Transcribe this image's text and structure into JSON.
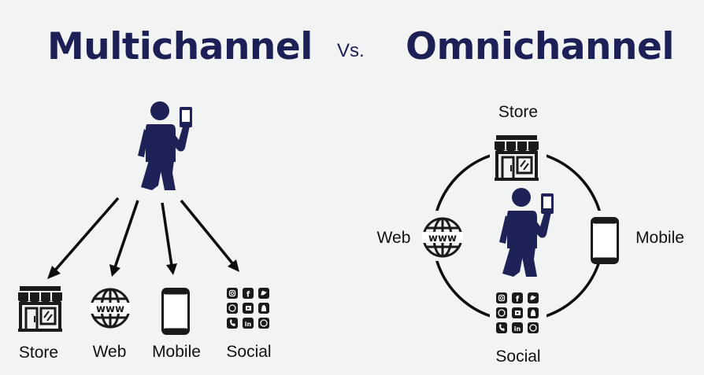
{
  "titles": {
    "left": "Multichannel",
    "vs": "Vs.",
    "right": "Omnichannel"
  },
  "multichannel": {
    "channels": [
      "Store",
      "Web",
      "Mobile",
      "Social"
    ]
  },
  "omnichannel": {
    "channels": {
      "top": "Store",
      "left": "Web",
      "right": "Mobile",
      "bottom": "Social"
    }
  },
  "icons": {
    "person": "person-with-phone-icon",
    "store": "storefront-icon",
    "web": "globe-www-icon",
    "mobile": "smartphone-icon",
    "social": "social-media-grid-icon"
  },
  "colors": {
    "title": "#1d2057",
    "person": "#1e2257",
    "icons": "#1a1a1a",
    "arrows": "#0d0d0d",
    "background": "#f2f3f3"
  }
}
